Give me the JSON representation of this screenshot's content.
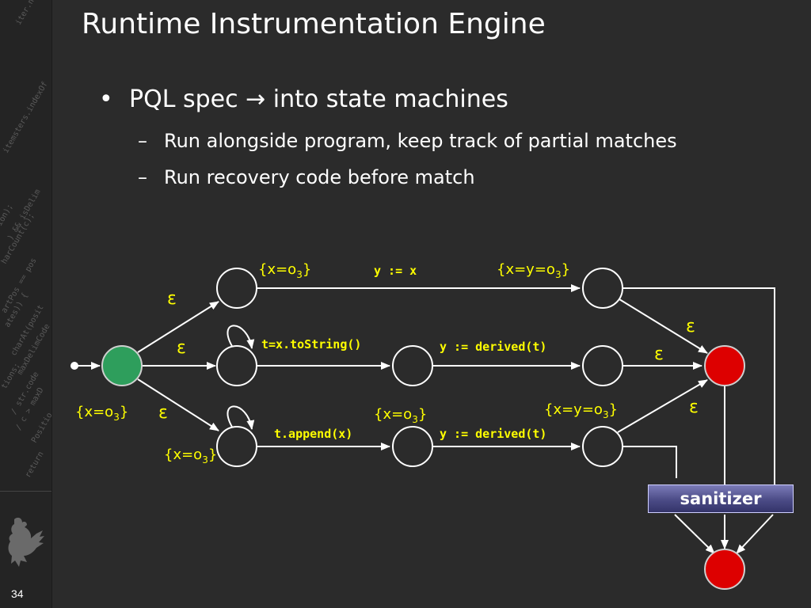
{
  "slide": {
    "title": "Runtime Instrumentation Engine",
    "number": "34"
  },
  "bullets": {
    "main": {
      "marker": "•",
      "text": "PQL spec → into state machines"
    },
    "subs": [
      {
        "marker": "–",
        "text": "Run alongside program, keep track of partial matches"
      },
      {
        "marker": "–",
        "text": "Run recovery code before match"
      }
    ]
  },
  "diagram": {
    "edge_labels": {
      "top_assign": "y := x",
      "mid_tostring": "t=x.toString()",
      "mid_derived": "y := derived(t)",
      "bot_append": "t.append(x)",
      "bot_derived": "y := derived(t)"
    },
    "epsilon": "ε",
    "sets": {
      "x_o": "{x=o",
      "xy_o": "{x=y=o",
      "sub": "3",
      "close": "}"
    },
    "sanitizer_label": "sanitizer",
    "colors": {
      "edge_label": "#ffff00",
      "start_state": "#2e9e5c",
      "final_state": "#dd0000",
      "state_fill": "#2b2b2b",
      "stroke": "#ffffff"
    }
  },
  "sidebar": {
    "code_lines": [
      "iter.next(",
      "itemsters.indexOf",
      "ion);",
      ") && isDelim",
      "harCount(c);",
      "artPos == pos",
      "ates)) {",
      "charAt(posit",
      "maxDelimCode",
      "tions;",
      "/ str.code",
      "/ c > maxD",
      "Positio",
      "return"
    ]
  }
}
